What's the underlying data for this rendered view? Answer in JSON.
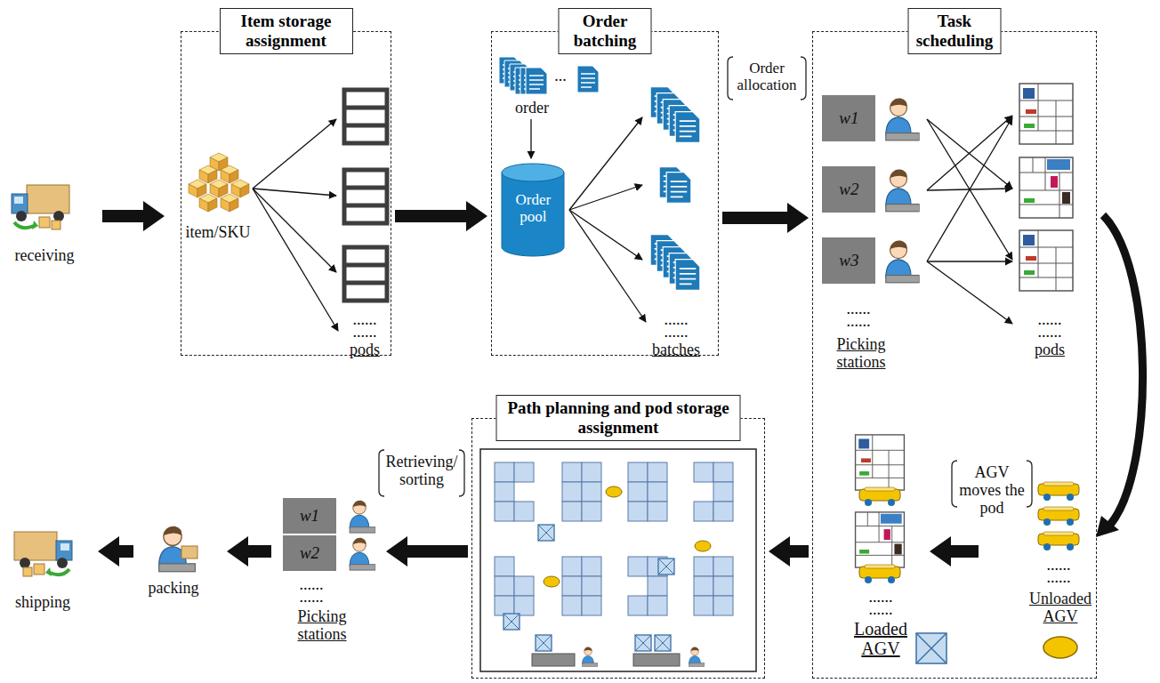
{
  "diagram": {
    "nodes": [
      {
        "text": [
          "Item storage assignment"
        ]
      },
      {
        "text": [
          "Order batching"
        ]
      },
      {
        "text": [
          "Order pool"
        ],
        "in": 1
      },
      {
        "text": [
          "Task scheduling"
        ]
      },
      {
        "text": [
          "w1"
        ],
        "in": 3
      },
      {
        "text": [
          "w2"
        ],
        "in": 3
      },
      {
        "text": [
          "w3"
        ],
        "in": 3
      },
      {
        "text": [
          "Path planning and pod storage assignment"
        ]
      },
      {
        "text": [
          "w1"
        ]
      },
      {
        "text": [
          "w2"
        ]
      }
    ],
    "edges": [
      {
        "from": 0,
        "to": 1,
        "arrow": "to"
      },
      {
        "from": 1,
        "to": 3,
        "arrow": "to",
        "label": "Order allocation"
      },
      {
        "from": 3,
        "to": 7,
        "arrow": "to"
      },
      {
        "from": 7,
        "to": 9,
        "arrow": "to"
      }
    ],
    "labels": [
      "receiving",
      "item/SKU",
      "......",
      "......",
      "pods",
      "order",
      "...",
      "......",
      "......",
      "batches",
      "......",
      "......",
      "Picking stations",
      "......",
      "......",
      "pods",
      "AGV moves the pod",
      "......",
      "......",
      "Unloaded AGV",
      "......",
      "......",
      "Loaded AGV",
      "Retrieving/ sorting",
      "......",
      "......",
      "Picking stations",
      "packing",
      "shipping"
    ]
  }
}
